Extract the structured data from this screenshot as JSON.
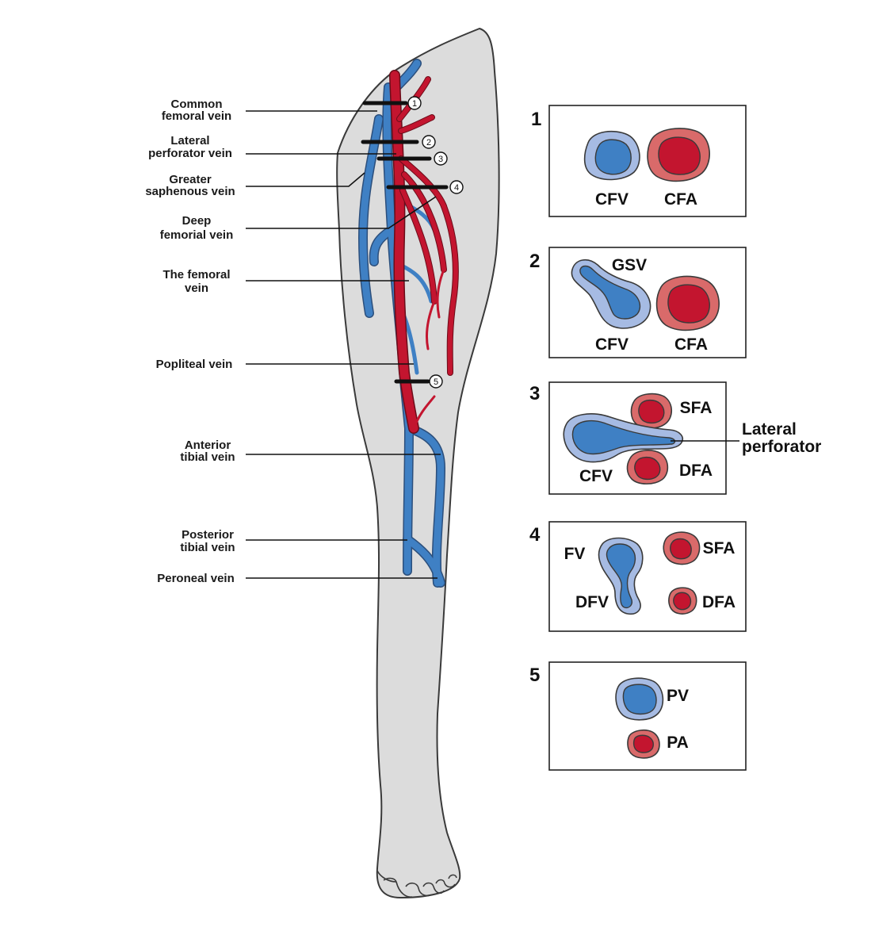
{
  "colors": {
    "vein_outer": "#a6bbe3",
    "vein_inner": "#3f80c4",
    "artery_outer": "#d96a6a",
    "artery_inner": "#c3152f",
    "skin": "#dcdcdc",
    "outline": "#3a3a3a"
  },
  "labels": {
    "common_femoral": [
      "Common",
      "femoral vein"
    ],
    "lateral_perforator": [
      "Lateral",
      "perforator vein"
    ],
    "greater_saphenous": [
      "Greater",
      "saphenous vein"
    ],
    "deep_femoral": [
      "Deep",
      "femorial vein"
    ],
    "femoral": [
      "The femoral",
      "vein"
    ],
    "popliteal": [
      "Popliteal vein"
    ],
    "anterior_tibial": [
      "Anterior",
      "tibial vein"
    ],
    "posterior_tibial": [
      "Posterior",
      "tibial vein"
    ],
    "peroneal": [
      "Peroneal vein"
    ]
  },
  "markers": [
    "1",
    "2",
    "3",
    "4",
    "5"
  ],
  "panels": [
    {
      "number": "1",
      "labels": [
        "CFV",
        "CFA"
      ]
    },
    {
      "number": "2",
      "labels": [
        "GSV",
        "CFV",
        "CFA"
      ]
    },
    {
      "number": "3",
      "labels": [
        "SFA",
        "CFV",
        "DFA"
      ],
      "callout": [
        "Lateral",
        "perforator"
      ]
    },
    {
      "number": "4",
      "labels": [
        "FV",
        "DFV",
        "SFA",
        "DFA"
      ]
    },
    {
      "number": "5",
      "labels": [
        "PV",
        "PA"
      ]
    }
  ]
}
